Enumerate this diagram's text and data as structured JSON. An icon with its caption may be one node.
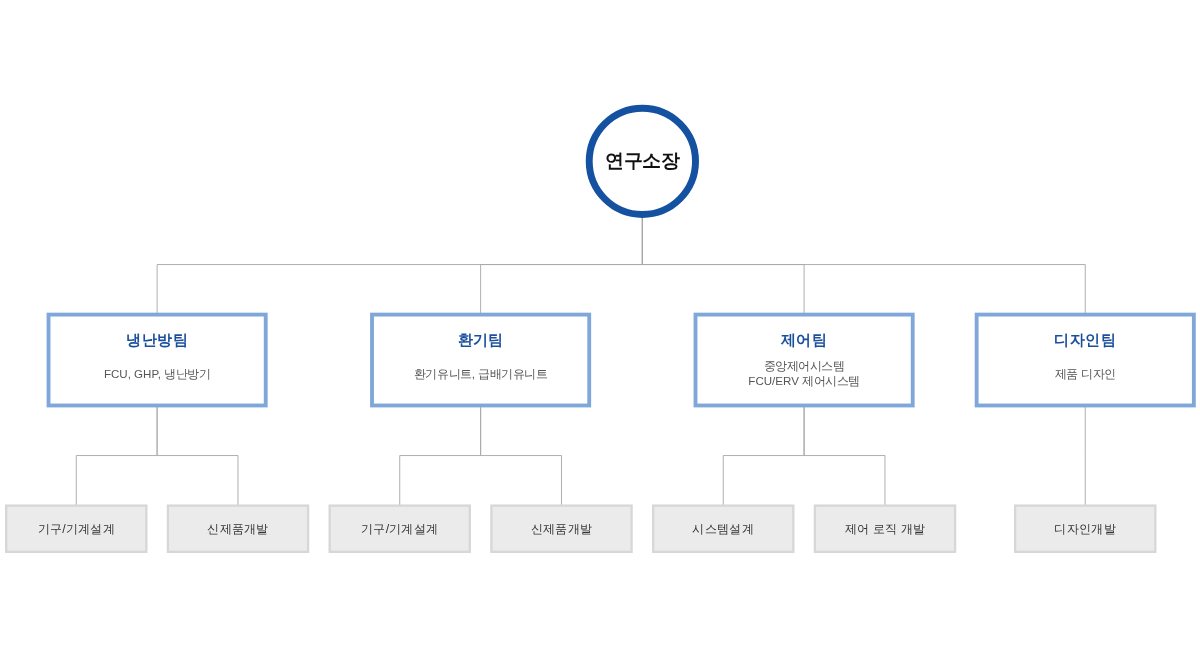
{
  "diagram": {
    "nodes": [
      {
        "text": [
          "연구소장"
        ]
      },
      {
        "text": [
          "냉난방팀",
          "FCU, GHP, 냉난방기"
        ]
      },
      {
        "text": [
          "환기팀",
          "환기유니트, 급배기유니트"
        ]
      },
      {
        "text": [
          "제어팀",
          "중앙제어시스템 FCU/ERV 제어시스템"
        ]
      },
      {
        "text": [
          "디자인팀",
          "제품 디자인"
        ]
      },
      {
        "text": [
          "기구/기계설계"
        ]
      },
      {
        "text": [
          "신제품개발"
        ]
      },
      {
        "text": [
          "기구/기계설계"
        ]
      },
      {
        "text": [
          "신제품개발"
        ]
      },
      {
        "text": [
          "시스템설계"
        ]
      },
      {
        "text": [
          "제어 로직 개발"
        ]
      },
      {
        "text": [
          "디자인개발"
        ]
      }
    ],
    "edges": [
      {
        "from": 0,
        "to": 1,
        "arrow": "none"
      },
      {
        "from": 0,
        "to": 2,
        "arrow": "none"
      },
      {
        "from": 0,
        "to": 3,
        "arrow": "none"
      },
      {
        "from": 0,
        "to": 4,
        "arrow": "none"
      },
      {
        "from": 1,
        "to": 5,
        "arrow": "none"
      },
      {
        "from": 1,
        "to": 6,
        "arrow": "none"
      },
      {
        "from": 2,
        "to": 7,
        "arrow": "none"
      },
      {
        "from": 2,
        "to": 8,
        "arrow": "none"
      },
      {
        "from": 3,
        "to": 9,
        "arrow": "none"
      },
      {
        "from": 3,
        "to": 10,
        "arrow": "none"
      },
      {
        "from": 4,
        "to": 11,
        "arrow": "none"
      }
    ]
  }
}
